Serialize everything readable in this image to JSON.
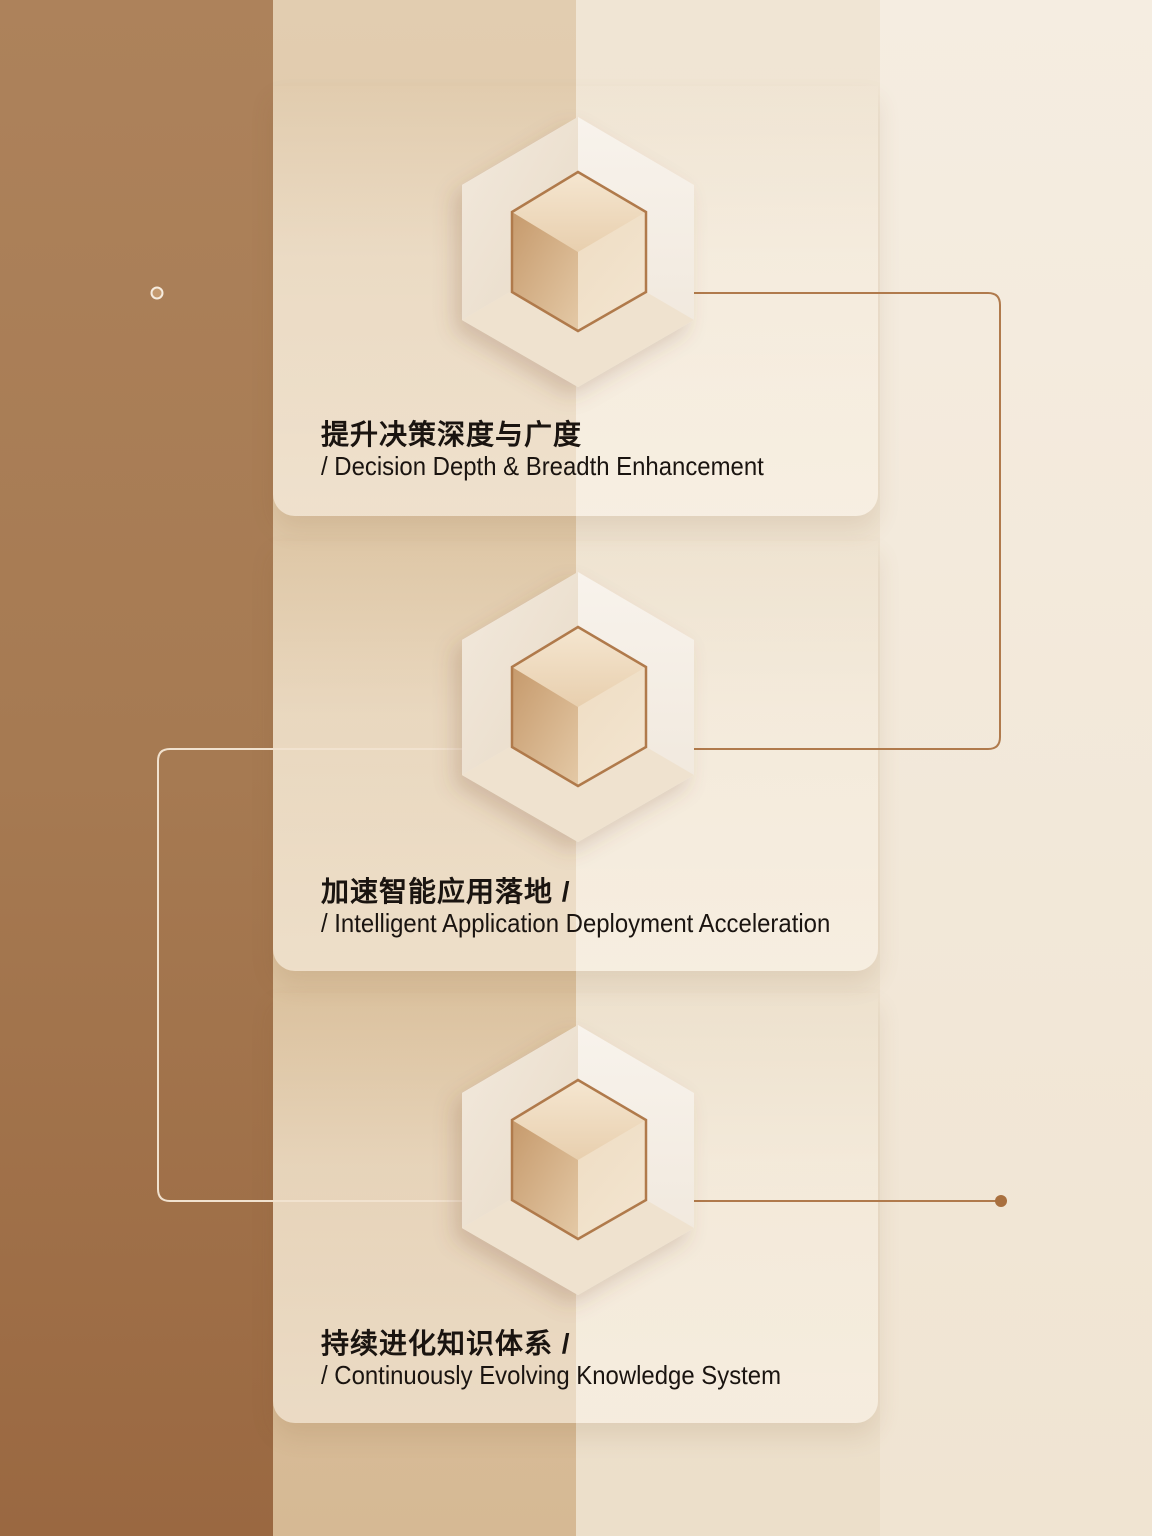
{
  "colors": {
    "accent_line": "#b07a4c",
    "text": "#1a1410"
  },
  "steps": [
    {
      "title_cn": "提升决策深度与广度",
      "title_en": "/ Decision Depth & Breadth Enhancement",
      "icon": "cube-icon"
    },
    {
      "title_cn": "加速智能应用落地 /",
      "title_en": "/ Intelligent Application Deployment Acceleration",
      "icon": "cube-icon"
    },
    {
      "title_cn": "持续进化知识体系 /",
      "title_en": "/ Continuously Evolving Knowledge System",
      "icon": "cube-icon"
    }
  ]
}
